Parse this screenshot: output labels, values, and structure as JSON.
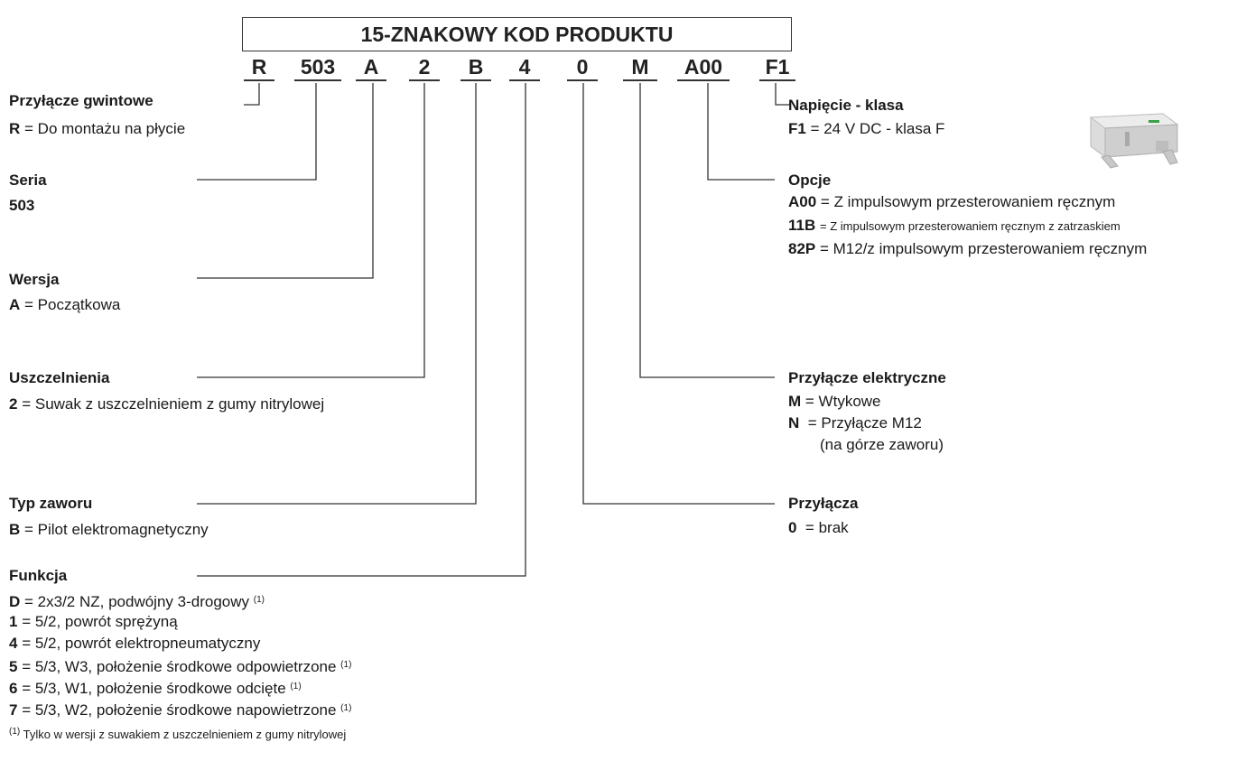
{
  "title": "15-ZNAKOWY KOD PRODUKTU",
  "code_chars": [
    "R",
    "503",
    "A",
    "2",
    "B",
    "4",
    "0",
    "M",
    "A00",
    "F1"
  ],
  "sections": {
    "thread": {
      "heading": "Przyłącze gwintowe",
      "items": [
        {
          "key": "R",
          "text": "= Do montażu na płycie"
        }
      ]
    },
    "series": {
      "heading": "Seria",
      "value": "503"
    },
    "version": {
      "heading": "Wersja",
      "items": [
        {
          "key": "A",
          "text": "= Początkowa"
        }
      ]
    },
    "seals": {
      "heading": "Uszczelnienia",
      "items": [
        {
          "key": "2",
          "text": "=  Suwak z uszczelnieniem z gumy nitrylowej"
        }
      ]
    },
    "valve_type": {
      "heading": "Typ zaworu",
      "items": [
        {
          "key": "B",
          "text": "=  Pilot elektromagnetyczny"
        }
      ]
    },
    "function": {
      "heading": "Funkcja",
      "items": [
        {
          "key": "D",
          "text": "=  2x3/2 NZ, podwójny 3-drogowy",
          "note": "(1)"
        },
        {
          "key": "1",
          "text": "=  5/2, powrót sprężyną",
          "note": ""
        },
        {
          "key": "4",
          "text": "=  5/2, powrót elektropneumatyczny",
          "note": ""
        },
        {
          "key": "5",
          "text": "=  5/3, W3, położenie środkowe odpowietrzone",
          "note": "(1)"
        },
        {
          "key": "6",
          "text": "=  5/3, W1, położenie środkowe odcięte",
          "note": "(1)"
        },
        {
          "key": "7",
          "text": "=  5/3, W2, położenie środkowe napowietrzone",
          "note": "(1)"
        }
      ],
      "footnote_mark": "(1)",
      "footnote": "Tylko w wersji z suwakiem z uszczelnieniem z gumy nitrylowej"
    },
    "voltage": {
      "heading": "Napięcie - klasa",
      "items": [
        {
          "key": "F1",
          "text": "= 24 V DC - klasa F"
        }
      ]
    },
    "options": {
      "heading": "Opcje",
      "items": [
        {
          "key": "A00",
          "text": "=  Z impulsowym przesterowaniem ręcznym"
        },
        {
          "key": "11B",
          "text": "=  Z impulsowym przesterowaniem ręcznym z zatrzaskiem"
        },
        {
          "key": "82P",
          "text": "=  M12/z impulsowym przesterowaniem ręcznym"
        }
      ]
    },
    "electrical": {
      "heading": "Przyłącze elektryczne",
      "items": [
        {
          "key": "M",
          "text": "=  Wtykowe"
        },
        {
          "key": "N",
          "text": "=  Przyłącze M12"
        }
      ],
      "n_subtext": "(na górze zaworu)"
    },
    "ports": {
      "heading": "Przyłącza",
      "items": [
        {
          "key": "0",
          "text": "=  brak"
        }
      ]
    }
  }
}
